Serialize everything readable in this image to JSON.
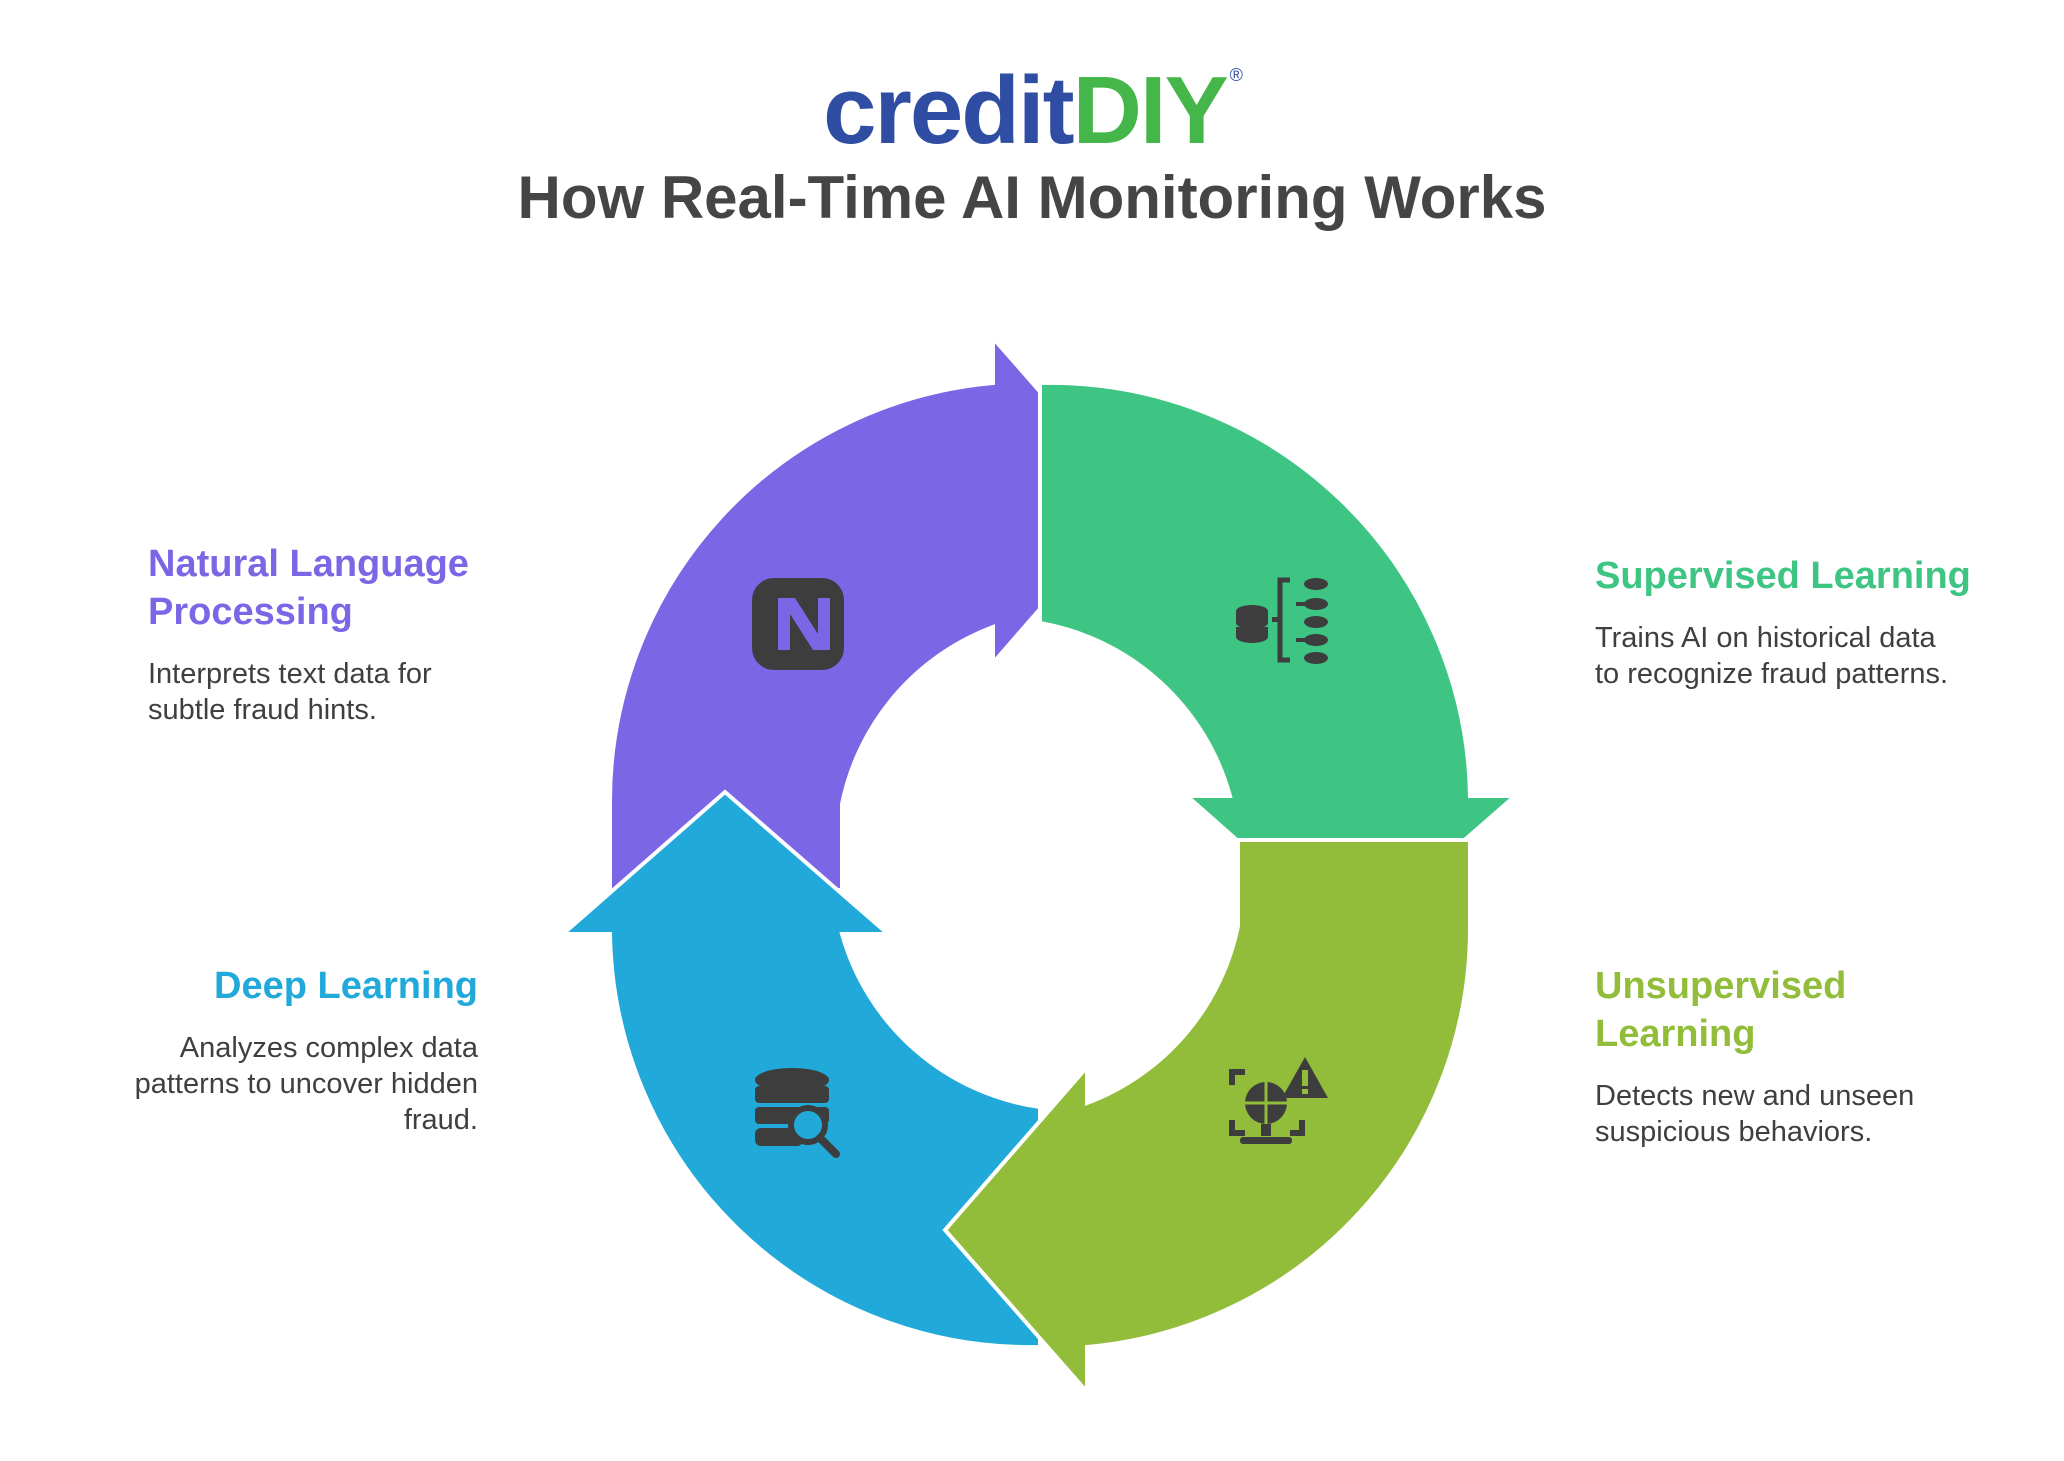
{
  "brand": {
    "part1": "credit",
    "part2": "DIY",
    "registered": "®",
    "color1": "#2f4ea3",
    "color2": "#45b649"
  },
  "title": "How Real-Time AI Monitoring Works",
  "steps": [
    {
      "id": "nlp",
      "title_line1": "Natural Language",
      "title_line2": "Processing",
      "description_line1": "Interprets text data for",
      "description_line2": "subtle fraud hints.",
      "color": "#7b66e6",
      "icon": "nlp-n-icon"
    },
    {
      "id": "supervised",
      "title_line1": "Supervised Learning",
      "description_line1": "Trains AI on historical data",
      "description_line2": "to recognize fraud patterns.",
      "color": "#3ec583",
      "icon": "database-sort-icon"
    },
    {
      "id": "unsupervised",
      "title_line1": "Unsupervised",
      "title_line2": "Learning",
      "description_line1": "Detects new and unseen",
      "description_line2": "suspicious behaviors.",
      "color": "#92bd3a",
      "icon": "warning-scan-icon"
    },
    {
      "id": "deep",
      "title_line1": "Deep Learning",
      "description_line1": "Analyzes complex data",
      "description_line2": "patterns to uncover hidden",
      "description_line3": "fraud.",
      "color": "#21a9d9",
      "icon": "database-search-icon"
    }
  ]
}
